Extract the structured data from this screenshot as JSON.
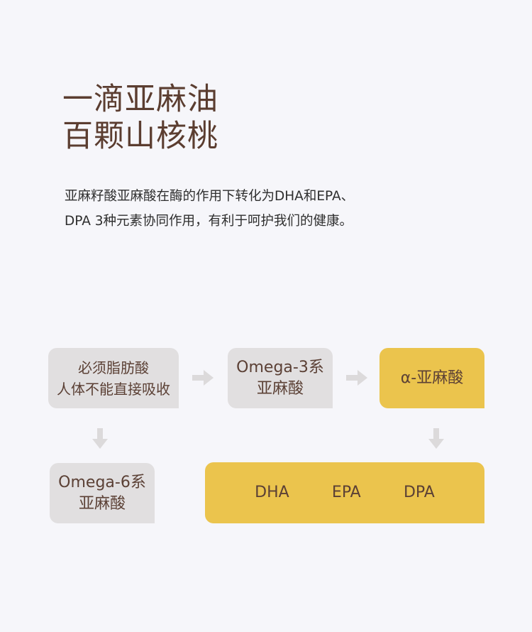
{
  "title": {
    "line1": "一滴亚麻油",
    "line2": "百颗山核桃"
  },
  "description": {
    "line1": "亚麻籽酸亚麻酸在酶的作用下转化为DHA和EPA、",
    "line2": "DPA 3种元素协同作用，有利于呵护我们的健康。"
  },
  "diagram": {
    "essential": {
      "line1": "必须脂肪酸",
      "line2": "人体不能直接吸收"
    },
    "omega3": {
      "line1": "Omega-3系",
      "line2": "亚麻酸"
    },
    "alpha": {
      "label": "α-亚麻酸"
    },
    "omega6": {
      "line1": "Omega-6系",
      "line2": "亚麻酸"
    },
    "products": [
      "DHA",
      "EPA",
      "DPA"
    ]
  },
  "colors": {
    "gray_box": "#e1dfe0",
    "yellow_box": "#ebc44d",
    "text_brown": "#5b4035",
    "arrow": "#dcdadb"
  }
}
